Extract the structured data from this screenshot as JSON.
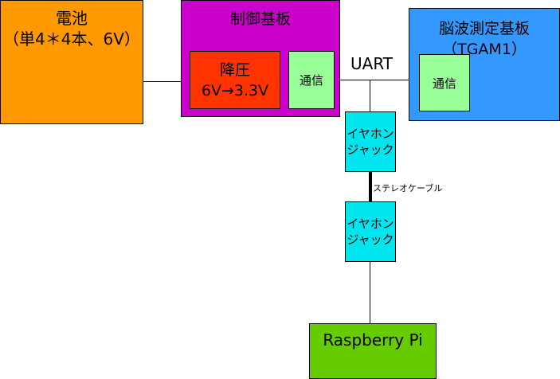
{
  "battery": {
    "title": "電池",
    "subtitle": "（単4＊4本、6V）"
  },
  "control_board": {
    "title": "制御基板"
  },
  "regulator": {
    "line1": "降圧",
    "line2": "6V→3.3V"
  },
  "comm_left": {
    "label": "通信"
  },
  "eeg_board": {
    "title": "脳波測定基板",
    "subtitle": "（TGAM1）"
  },
  "comm_right": {
    "label": "通信"
  },
  "uart_label": "UART",
  "jack_top": {
    "line1": "イヤホン",
    "line2": "ジャック"
  },
  "cable_label": "ステレオケーブル",
  "jack_bottom": {
    "line1": "イヤホン",
    "line2": "ジャック"
  },
  "raspberry_pi": {
    "label": "Raspberry Pi"
  },
  "colors": {
    "battery": "#ff9900",
    "control_board": "#cc00cc",
    "regulator": "#ff3300",
    "comm": "#99ff99",
    "eeg_board": "#3399ff",
    "jack": "#00e5ee",
    "raspberry_pi": "#66cc00"
  }
}
